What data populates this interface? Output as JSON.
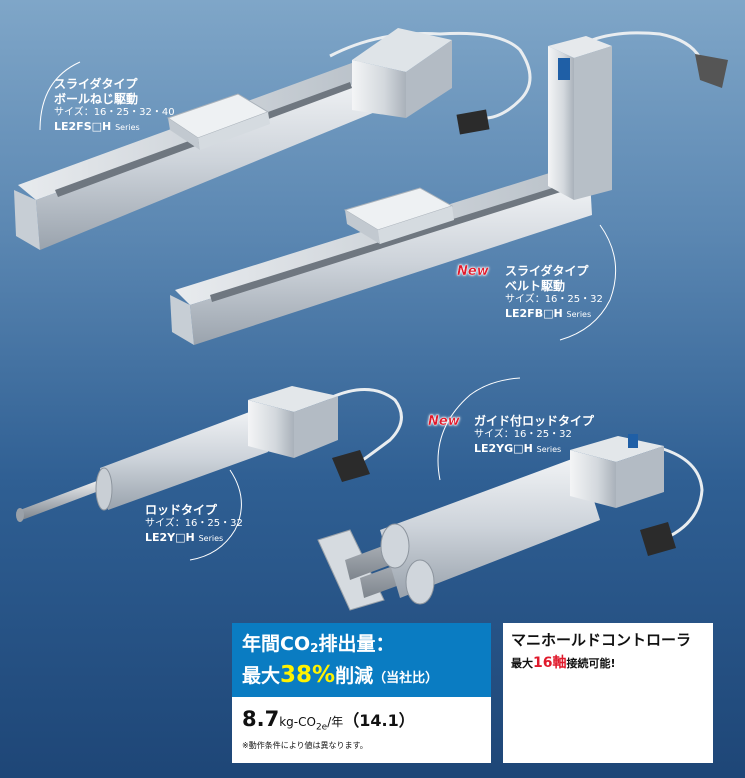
{
  "products": {
    "le2fs": {
      "title_line1": "スライダタイプ",
      "title_line2": "ボールねじ駆動",
      "sizes": "サイズ：16・25・32・40",
      "model": "LE2FS□H",
      "series_word": "Series"
    },
    "le2fb": {
      "badge": "New",
      "title_line1": "スライダタイプ",
      "title_line2": "ベルト駆動",
      "sizes": "サイズ：16・25・32",
      "model": "LE2FB□H",
      "series_word": "Series"
    },
    "le2y": {
      "title_line1": "ロッドタイプ",
      "sizes": "サイズ：16・25・32",
      "model": "LE2Y□H",
      "series_word": "Series"
    },
    "le2yg": {
      "badge": "New",
      "title_line1": "ガイド付ロッドタイプ",
      "sizes": "サイズ：16・25・32",
      "model": "LE2YG□H",
      "series_word": "Series"
    }
  },
  "co2_panel": {
    "line1_pre": "年間CO",
    "line1_sub": "2",
    "line1_post": "排出量：",
    "line2_pre": "最大",
    "line2_highlight": "38%",
    "line2_mid": "削減",
    "line2_small": "（当社比）",
    "value_number": "8.7",
    "value_unit_pre": "kg-CO",
    "value_unit_sub": "2e",
    "value_unit_post": "/年",
    "value_compare": "（14.1）",
    "note": "※動作条件により値は異なります。"
  },
  "manifold_panel": {
    "title": "マニホールドコントローラ",
    "sub_pre": "最大",
    "sub_highlight": "16軸",
    "sub_post": "接続可能!"
  },
  "colors": {
    "bg_top": "#7fa6c8",
    "bg_bottom": "#1e4677",
    "co2_blue": "#0a7cc2",
    "highlight_yellow": "#fff200",
    "new_red": "#e01a2c"
  }
}
